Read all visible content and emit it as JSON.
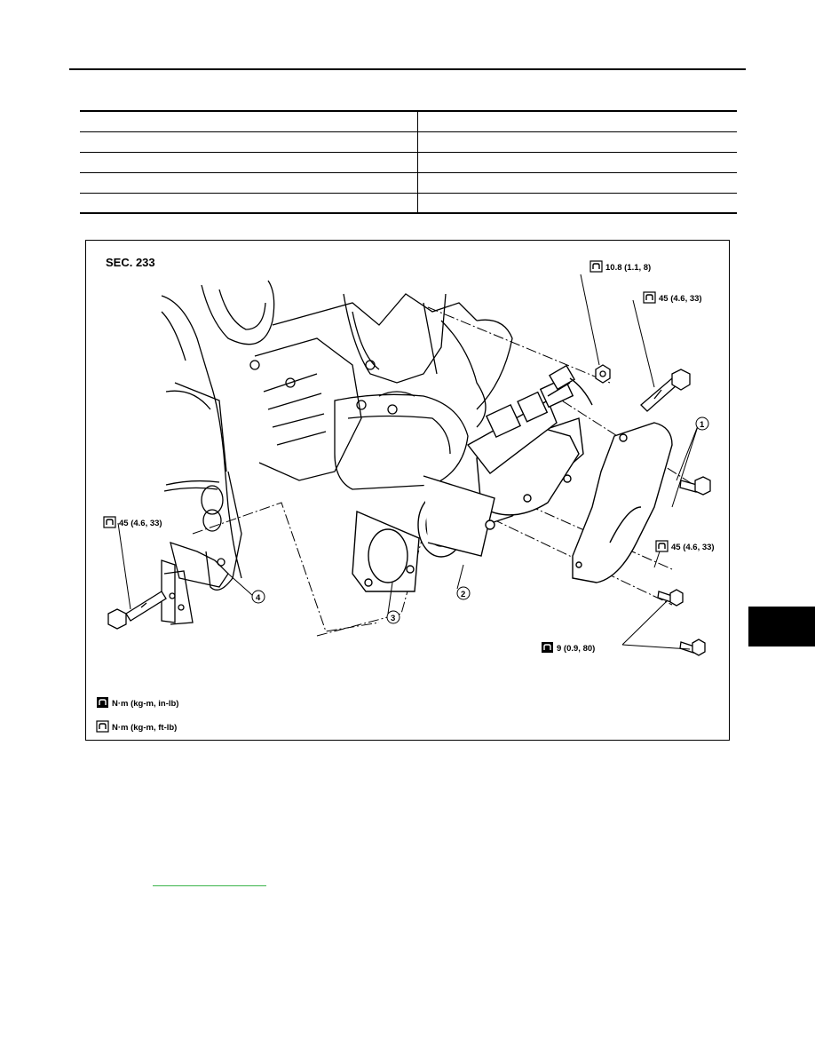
{
  "figure": {
    "section": "SEC. 233",
    "torque": {
      "nut_top": "10.8 (1.1, 8)",
      "bolt_top": "45 (4.6, 33)",
      "bolt_right": "45 (4.6, 33)",
      "bolt_left": "45 (4.6, 33)",
      "small_bolts": "9 (0.9, 80)"
    },
    "callouts": [
      "1",
      "2",
      "3",
      "4"
    ],
    "legend": {
      "inlb": "N·m (kg-m, in-lb)",
      "ftlb": "N·m (kg-m, ft-lb)"
    }
  },
  "colors": {
    "link": "#3cb44b",
    "tab": "#000000"
  }
}
